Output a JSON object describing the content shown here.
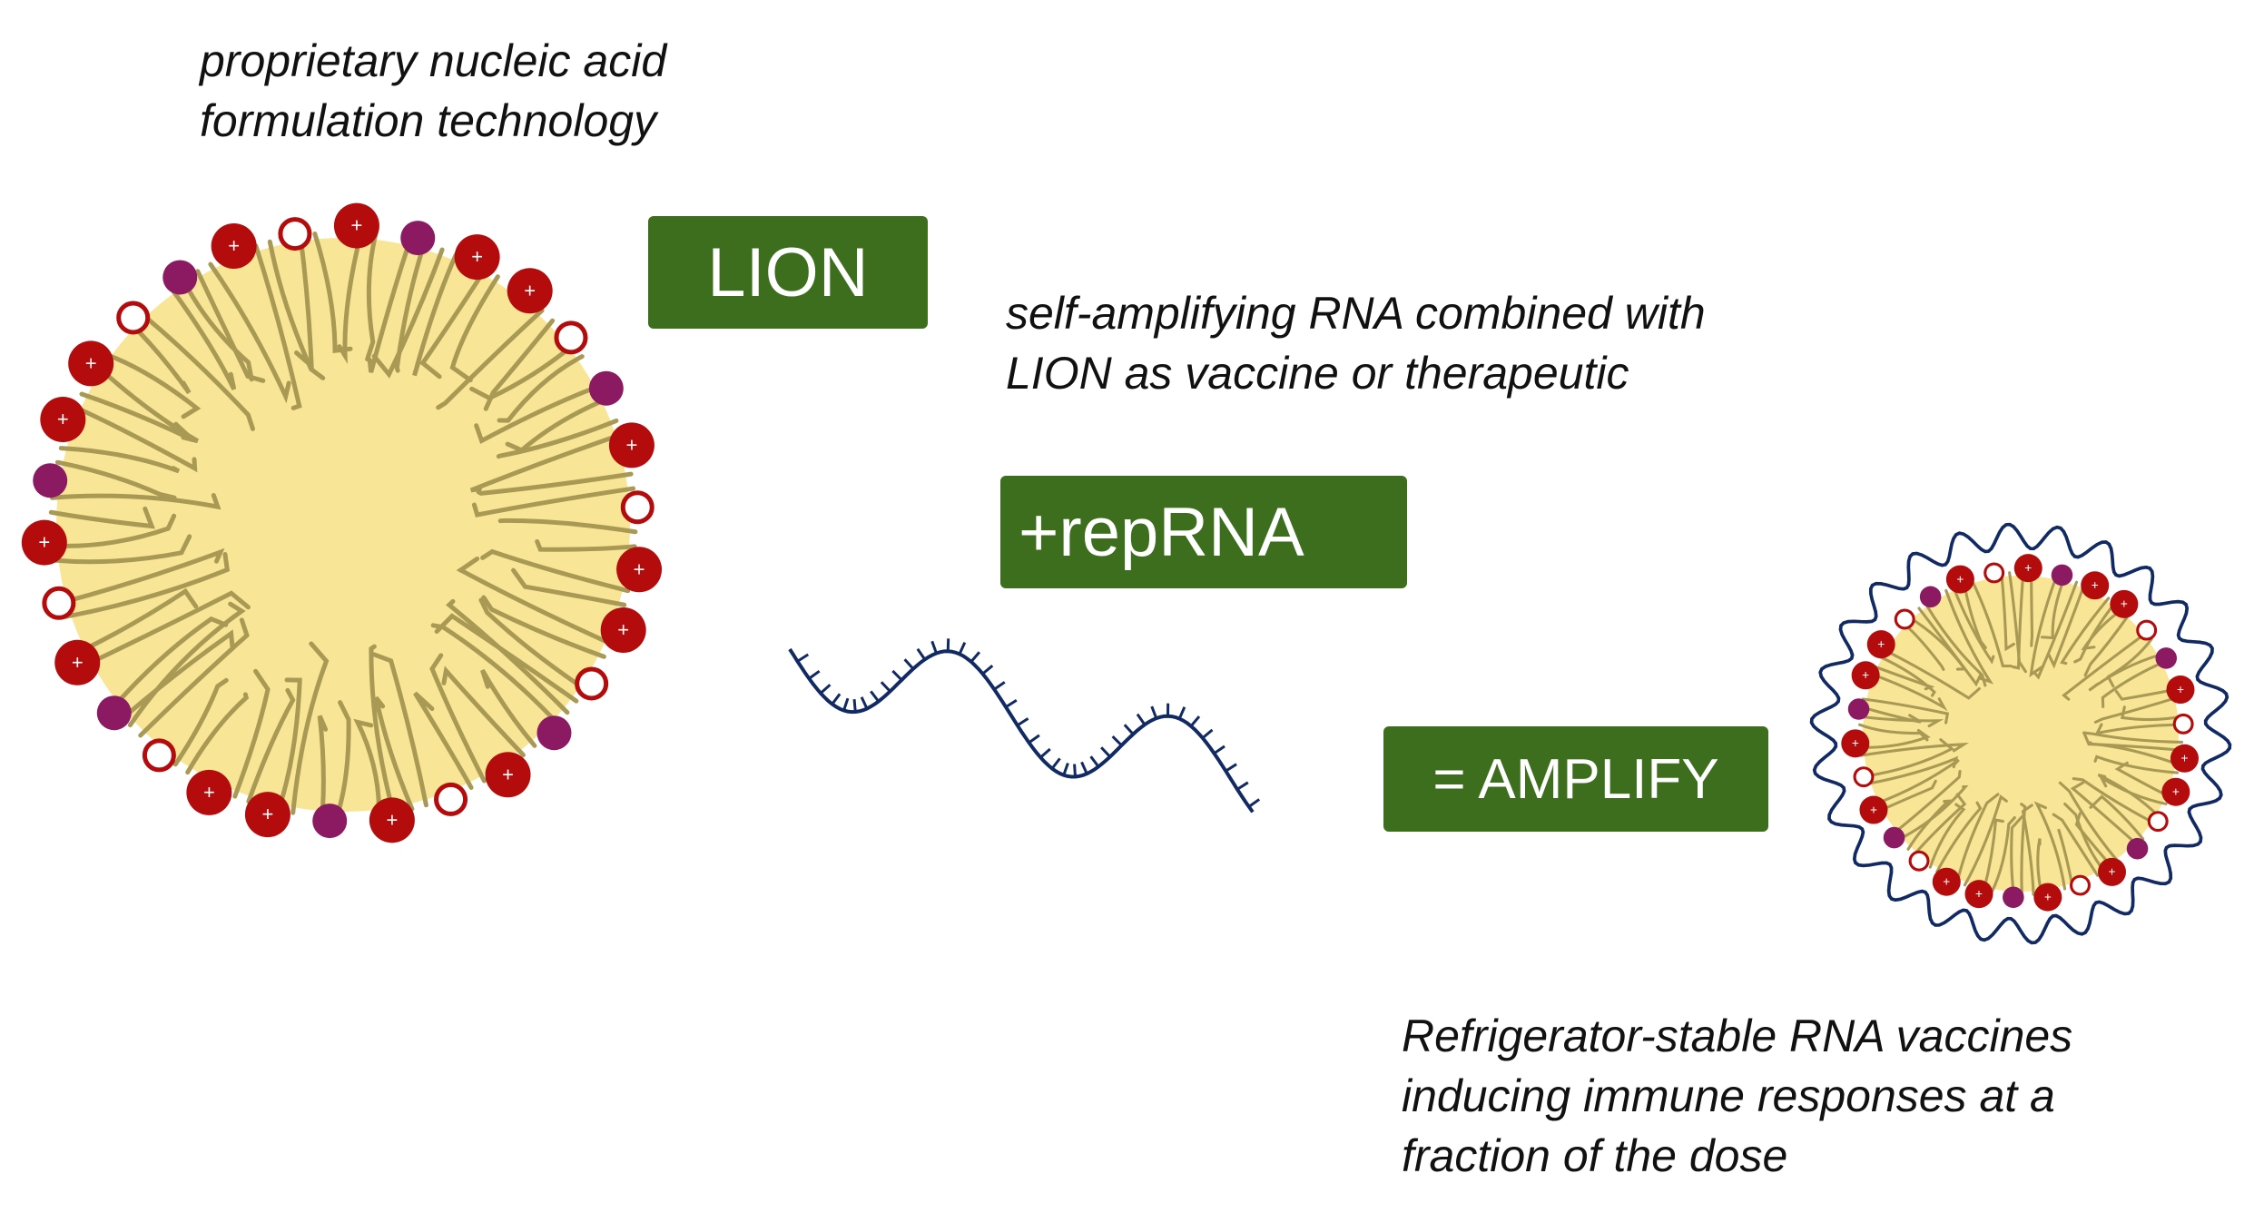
{
  "captions": {
    "formulation": [
      "proprietary nucleic acid",
      "formulation technology"
    ],
    "combined": [
      "self-amplifying RNA combined with",
      "LION as vaccine or therapeutic"
    ],
    "result": [
      "Refrigerator-stable RNA vaccines",
      "inducing immune responses at a",
      "fraction of the dose"
    ]
  },
  "badges": {
    "lion": "LION",
    "reprna": "+repRNA",
    "amplify": "= AMPLIFY"
  },
  "colors": {
    "badge_green": "#3c6e1d",
    "core_yellow": "#f9e596",
    "lipid_tail": "#a89a54",
    "cation_red": "#b40c0c",
    "neutral_purple": "#8c1a63",
    "rna_navy": "#122a63"
  }
}
